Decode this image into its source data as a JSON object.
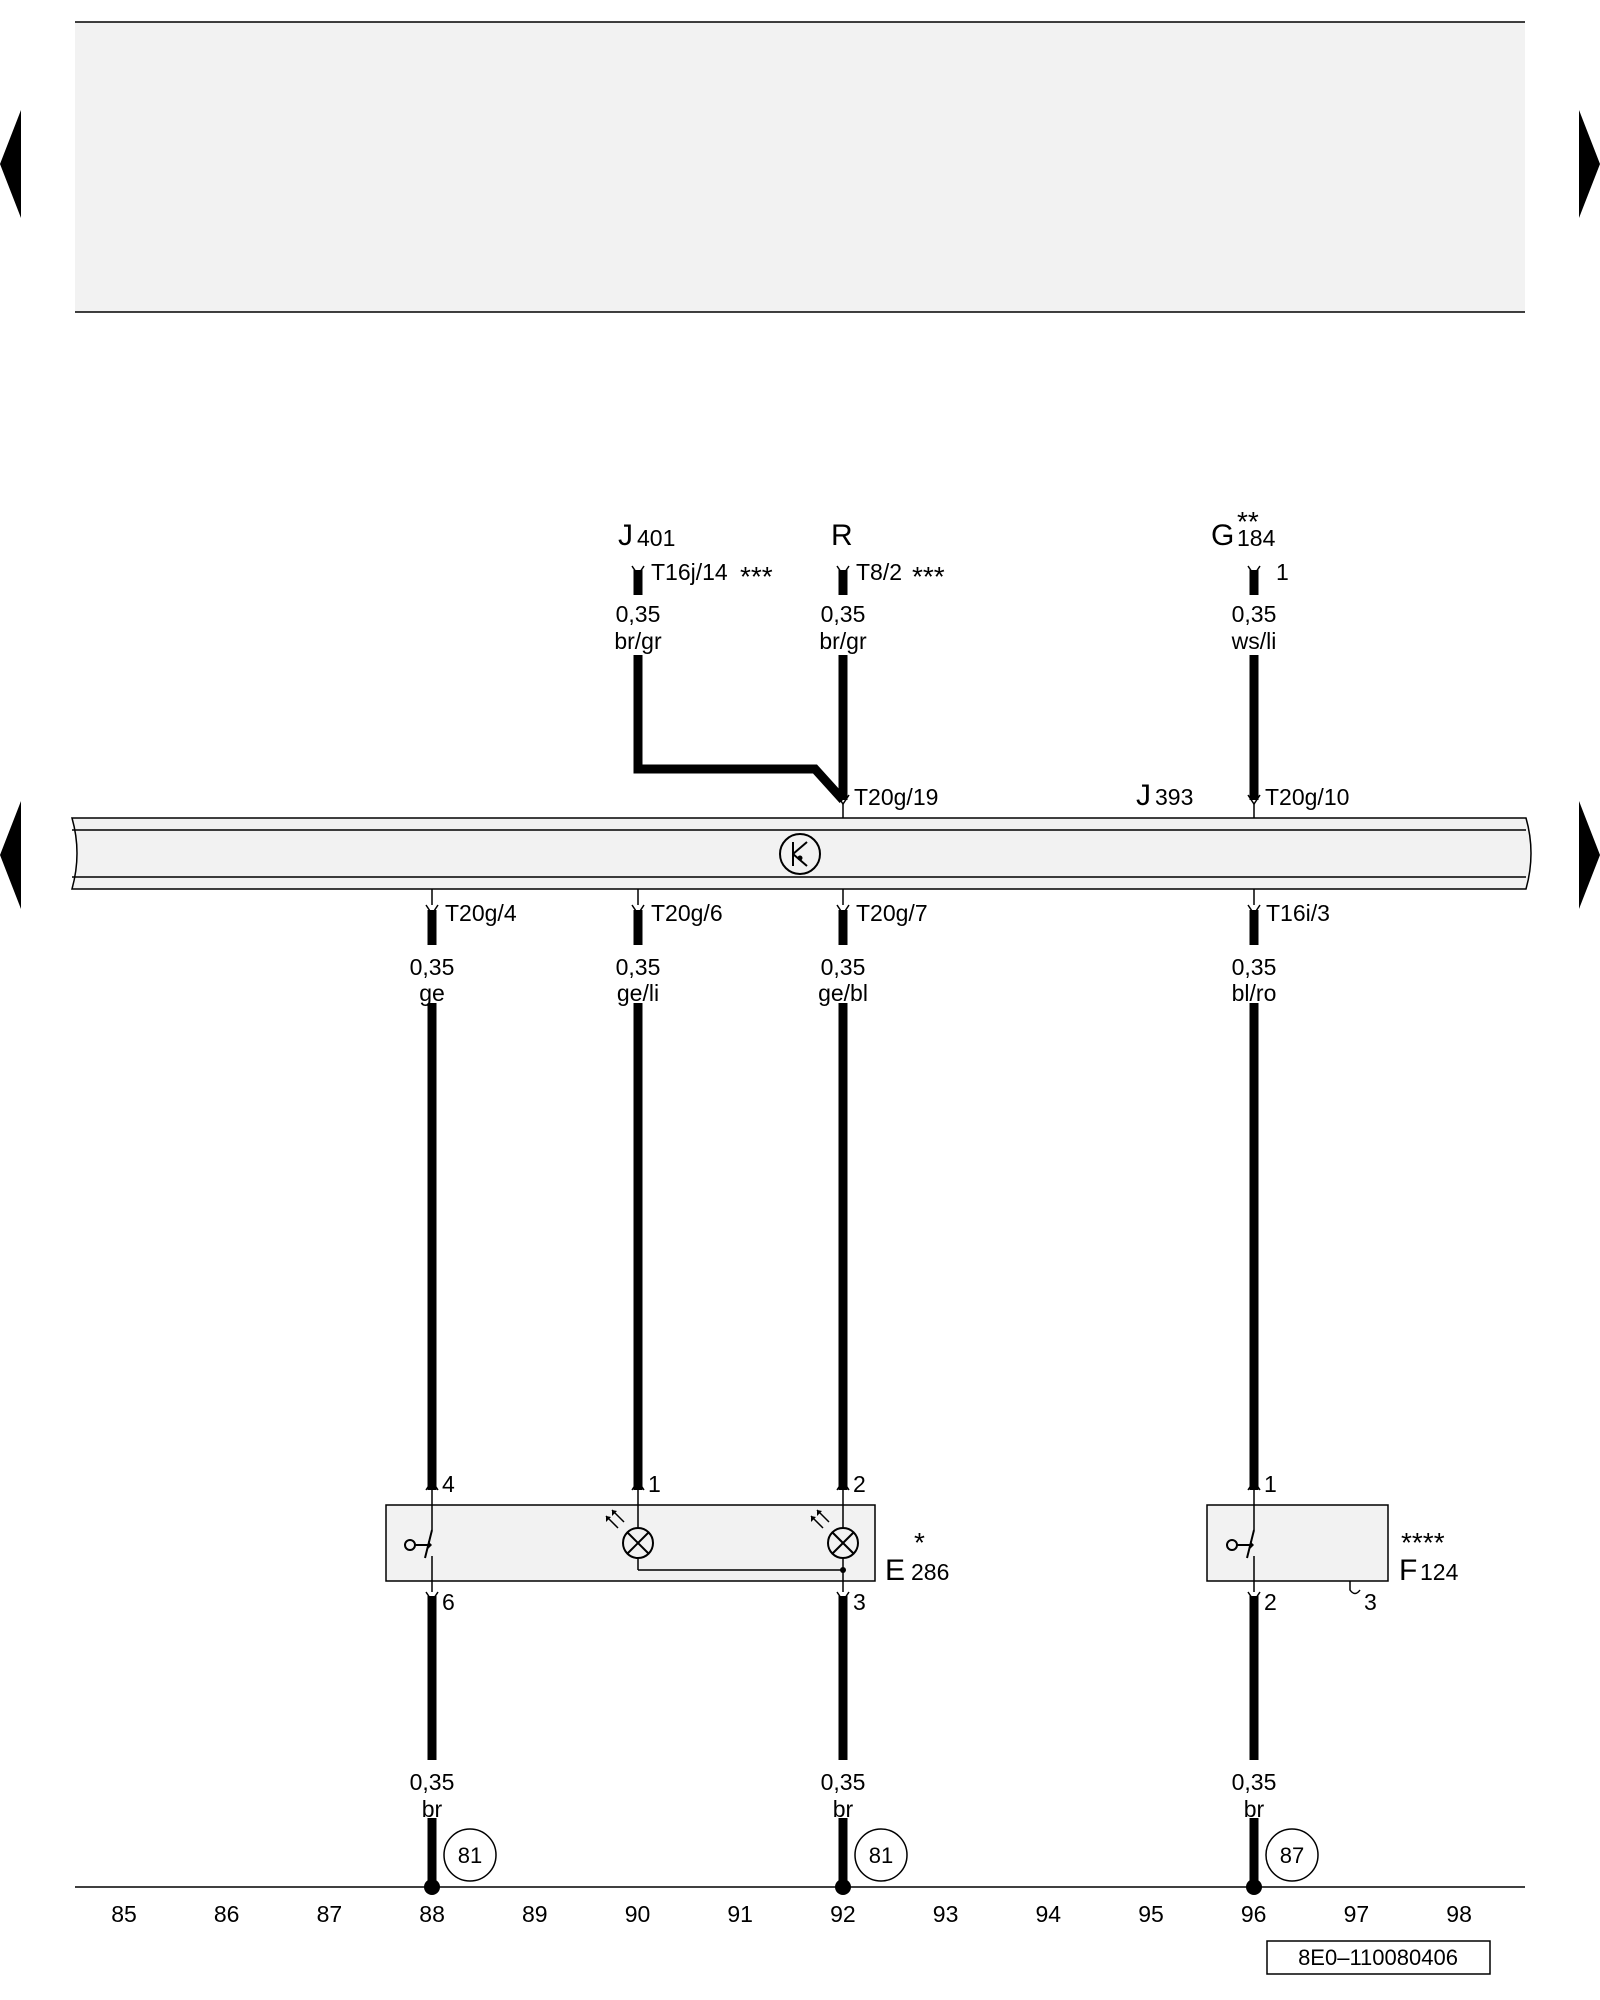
{
  "header_panel": {},
  "nav": {
    "prev_page": "previous page",
    "next_page": "next page",
    "prev_section": "previous section",
    "next_section": "next section"
  },
  "components": {
    "J401": {
      "letter": "J",
      "sub": "401"
    },
    "R": {
      "letter": "R"
    },
    "G184": {
      "letter": "G",
      "sub": "184",
      "stars": "**"
    },
    "J393": {
      "letter": "J",
      "sub": "393"
    },
    "E286": {
      "letter": "E",
      "sub": "286",
      "stars": "*"
    },
    "F124": {
      "letter": "F",
      "sub": "124",
      "stars": "****"
    }
  },
  "connectors": {
    "j401_pin": "T16j/14",
    "j401_stars": "***",
    "r_pin": "T8/2",
    "r_stars": "***",
    "g184_pin": "1",
    "j393_top_19": "T20g/19",
    "j393_top_10": "T20g/10",
    "j393_bottom_4": "T20g/4",
    "j393_bottom_6": "T20g/6",
    "j393_bottom_7": "T20g/7",
    "j393_bottom_3": "T16i/3",
    "e286_pin_4": "4",
    "e286_pin_1": "1",
    "e286_pin_2": "2",
    "e286_pin_6": "6",
    "e286_pin_3": "3",
    "f124_pin_1": "1",
    "f124_pin_2": "2",
    "f124_pin_3": "3"
  },
  "wires": {
    "w_j401": {
      "size": "0,35",
      "color": "br/gr"
    },
    "w_r": {
      "size": "0,35",
      "color": "br/gr"
    },
    "w_g184": {
      "size": "0,35",
      "color": "ws/li"
    },
    "w_88_top": {
      "size": "0,35",
      "color": "ge"
    },
    "w_90_top": {
      "size": "0,35",
      "color": "ge/li"
    },
    "w_92_top": {
      "size": "0,35",
      "color": "ge/bl"
    },
    "w_96_top": {
      "size": "0,35",
      "color": "bl/ro"
    },
    "w_88_bot": {
      "size": "0,35",
      "color": "br"
    },
    "w_92_bot": {
      "size": "0,35",
      "color": "br"
    },
    "w_96_bot": {
      "size": "0,35",
      "color": "br"
    }
  },
  "ground_points": {
    "g88": "81",
    "g92": "81",
    "g96": "87"
  },
  "grid_numbers": [
    "85",
    "86",
    "87",
    "88",
    "89",
    "90",
    "91",
    "92",
    "93",
    "94",
    "95",
    "96",
    "97",
    "98"
  ],
  "doc_ref": "8E0–110080406"
}
